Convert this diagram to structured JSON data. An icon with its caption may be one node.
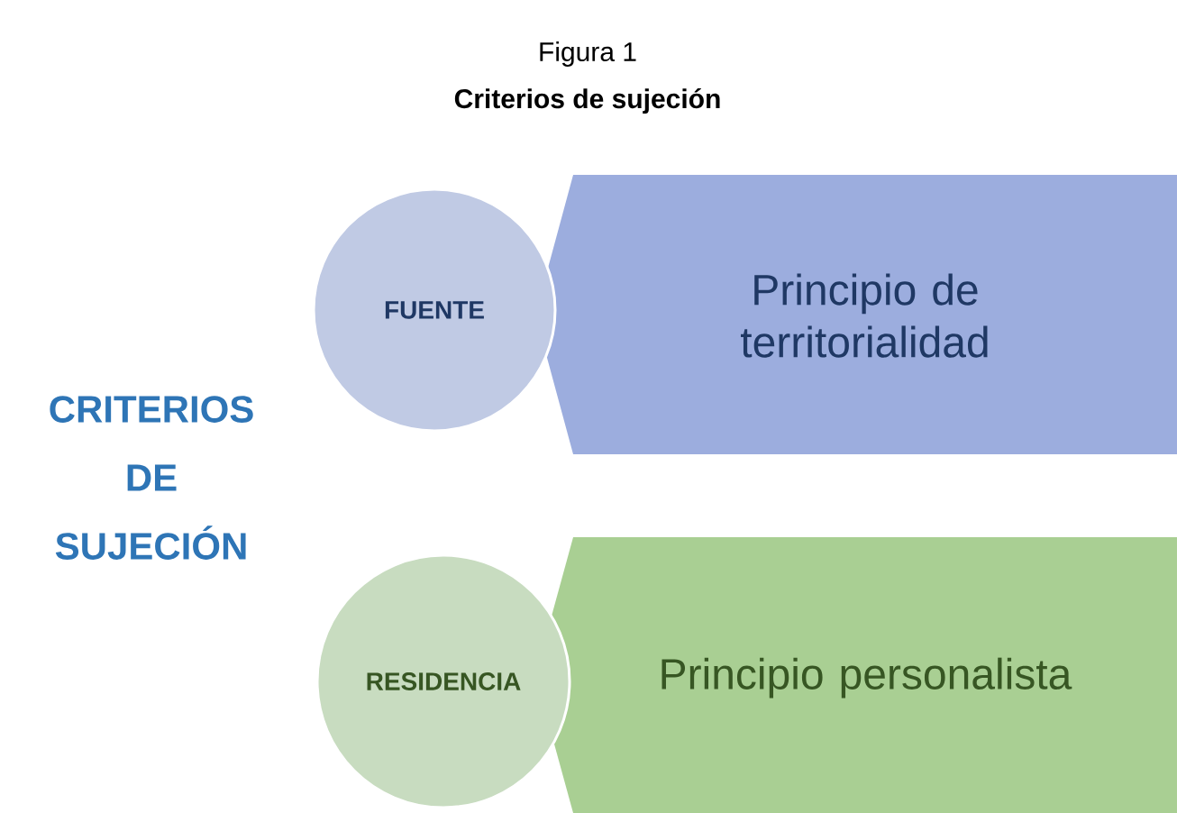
{
  "diagram": {
    "title": "Figura 1",
    "caption": "Criterios de sujeción",
    "nodes": [
      {
        "text": [
          "FUENTE"
        ]
      },
      {
        "text": [
          "Principio de territorialidad"
        ]
      },
      {
        "text": [
          "RESIDENCIA"
        ]
      },
      {
        "text": [
          "Principio personalista"
        ]
      }
    ],
    "labels": [
      "CRITERIOS DE SUJECIÓN"
    ]
  }
}
